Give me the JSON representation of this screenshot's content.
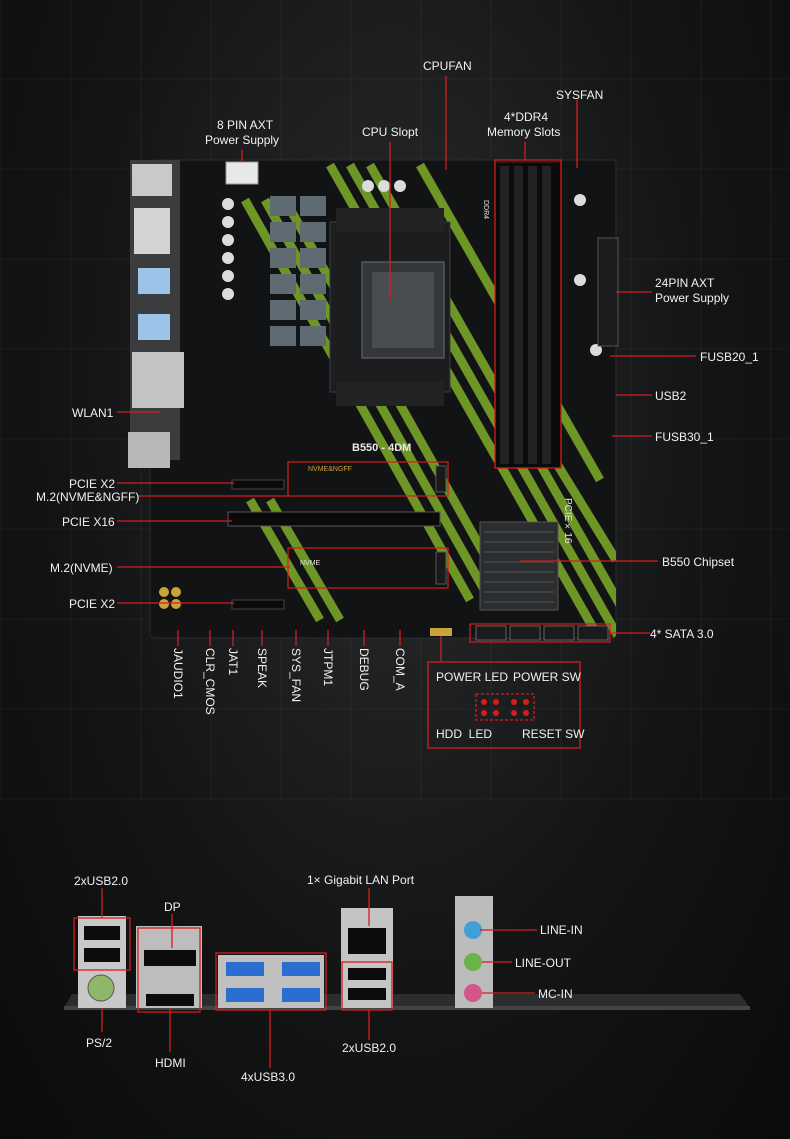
{
  "board": {
    "model": "B550 - 4DM",
    "ddr_silk": "DDR4",
    "pcie_silk": "PCIE×16",
    "nvme_silk": "NVME&NGFF",
    "nvme2_silk": "NVME"
  },
  "top_labels": {
    "cpufan": "CPUFAN",
    "sysfan": "SYSFAN",
    "power8_line1": "8 PIN AXT",
    "power8_line2": "Power Supply",
    "cpu_slot": "CPU Slopt",
    "ddr_line1": "4*DDR4",
    "ddr_line2": "Memory Slots"
  },
  "right_labels": {
    "power24_line1": "24PIN AXT",
    "power24_line2": "Power Supply",
    "fusb20": "FUSB20_1",
    "usb2": "USB2",
    "fusb30": "FUSB30_1",
    "chipset": "B550 Chipset",
    "sata": "4* SATA 3.0"
  },
  "left_labels": {
    "wlan": "WLAN1",
    "pcie_x2_top": "PCIE X2",
    "m2_nvme_ngff": "M.2(NVME&NGFF)",
    "pcie_x16": "PCIE X16",
    "m2_nvme": "M.2(NVME)",
    "pcie_x2_bottom": "PCIE X2"
  },
  "bottom_headers": [
    "JAUDIO1",
    "CLR_CMOS",
    "JAT1",
    "SPEAK",
    "SYS_FAN",
    "JTPM1",
    "DEBUG",
    "COM_A"
  ],
  "front_panel": {
    "power_led": "POWER LED",
    "power_sw": "POWER SW",
    "hdd_led": "HDD  LED",
    "reset_sw": "RESET SW"
  },
  "io_panel": {
    "usb20_top": "2xUSB2.0",
    "dp": "DP",
    "lan": "1× Gigabit LAN Port",
    "line_in": "LINE-IN",
    "line_out": "LINE-OUT",
    "mic_in": "MC-IN",
    "ps2": "PS/2",
    "hdmi": "HDMI",
    "usb30": "4xUSB3.0",
    "usb20_bottom": "2xUSB2.0"
  },
  "colors": {
    "accent_red": "#d81c1c",
    "pcb_green": "#7fae2a",
    "pcb_black": "#121314",
    "usb3_blue": "#2a6fd0"
  }
}
